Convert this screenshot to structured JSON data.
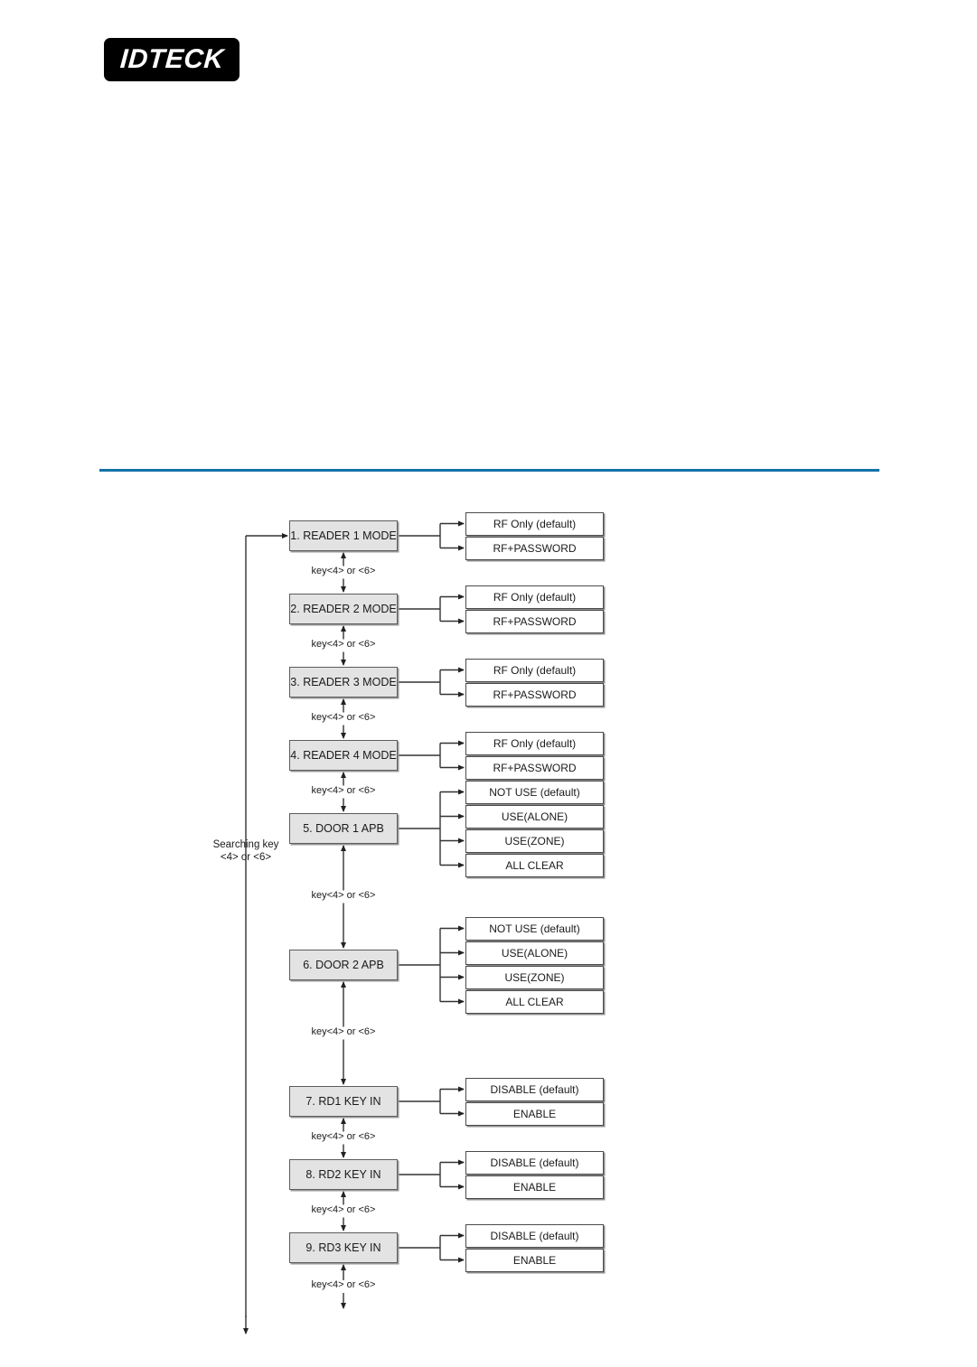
{
  "page": {
    "logo_text": "IDTECK",
    "background": "#ffffff",
    "divider_color": "#1272a8",
    "box_fill": "#e3e3e3",
    "option_fill": "#ffffff",
    "line_color": "#333333"
  },
  "flowchart": {
    "type": "menu-navigation-diagram",
    "loop_label_line1": "Searching key",
    "loop_label_line2": "<4> or <6>",
    "transition_label": "key<4> or <6>",
    "nodes": [
      {
        "id": "reader-1-mode",
        "label": "1. READER 1 MODE",
        "options": [
          "RF Only (default)",
          "RF+PASSWORD"
        ]
      },
      {
        "id": "reader-2-mode",
        "label": "2. READER 2 MODE",
        "options": [
          "RF Only (default)",
          "RF+PASSWORD"
        ]
      },
      {
        "id": "reader-3-mode",
        "label": "3. READER 3 MODE",
        "options": [
          "RF Only (default)",
          "RF+PASSWORD"
        ]
      },
      {
        "id": "reader-4-mode",
        "label": "4. READER 4 MODE",
        "options": [
          "RF Only (default)",
          "RF+PASSWORD"
        ]
      },
      {
        "id": "door-1-apb",
        "label": "5. DOOR 1 APB",
        "options": [
          "NOT USE (default)",
          "USE(ALONE)",
          "USE(ZONE)",
          "ALL CLEAR"
        ]
      },
      {
        "id": "door-2-apb",
        "label": "6. DOOR 2 APB",
        "options": [
          "NOT USE (default)",
          "USE(ALONE)",
          "USE(ZONE)",
          "ALL CLEAR"
        ]
      },
      {
        "id": "rd1-key-in",
        "label": "7. RD1 KEY IN",
        "options": [
          "DISABLE (default)",
          "ENABLE"
        ]
      },
      {
        "id": "rd2-key-in",
        "label": "8. RD2 KEY IN",
        "options": [
          "DISABLE (default)",
          "ENABLE"
        ]
      },
      {
        "id": "rd3-key-in",
        "label": "9. RD3 KEY IN",
        "options": [
          "DISABLE (default)",
          "ENABLE"
        ]
      }
    ]
  }
}
